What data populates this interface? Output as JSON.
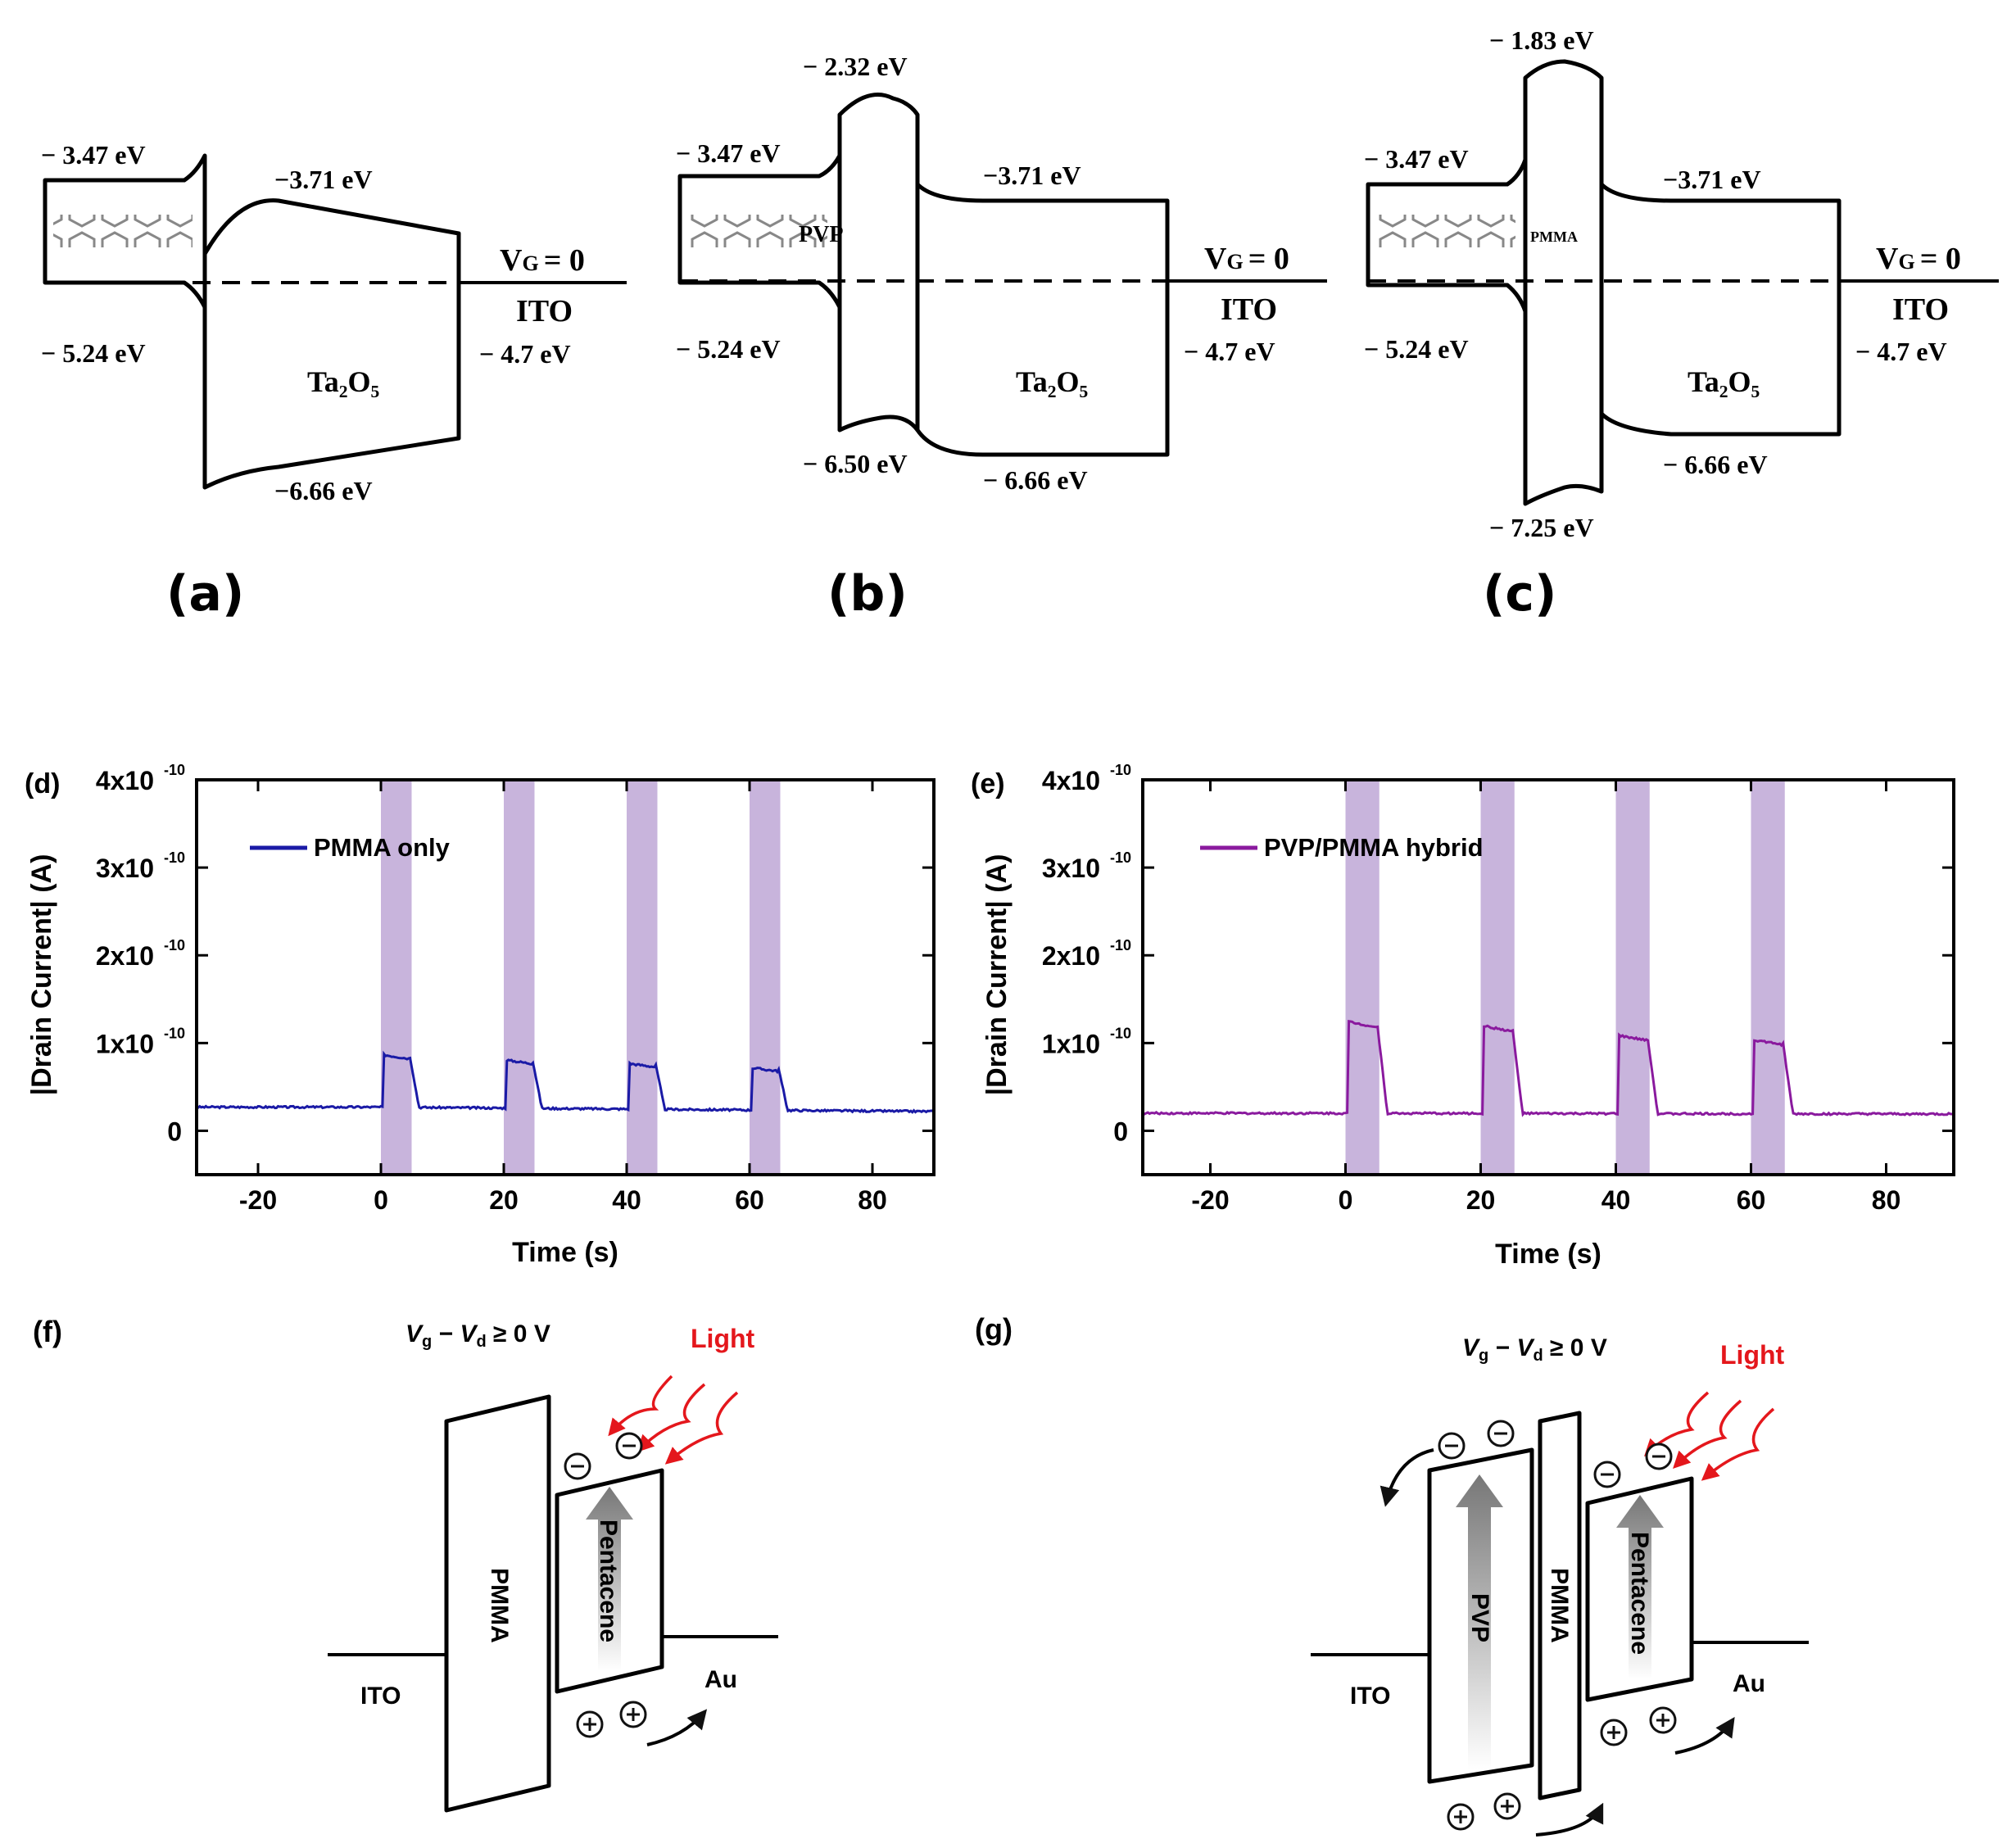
{
  "band_diagrams": [
    {
      "panel": "(a)",
      "levels": {
        "pentacene_lumo": "− 3.47 eV",
        "pentacene_homo": "− 5.24 eV",
        "ta2o5_cb": "−3.71 eV",
        "ta2o5_vb": "−6.66 eV",
        "ito": "− 4.7 eV"
      },
      "ta2o5": "Ta₂O₅",
      "vg": "V",
      "vg_sub": "G",
      "vg_eq": "= 0",
      "ito": "ITO"
    },
    {
      "panel": "(b)",
      "levels": {
        "pentacene_lumo": "− 3.47 eV",
        "pentacene_homo": "− 5.24 eV",
        "insulator_top": "− 2.32 eV",
        "insulator_bottom": "− 6.50 eV",
        "ta2o5_cb": "−3.71 eV",
        "ta2o5_vb": "− 6.66 eV",
        "ito": "− 4.7 eV"
      },
      "insulator": "PVP",
      "ta2o5": "Ta₂O₅",
      "vg": "V",
      "vg_sub": "G",
      "vg_eq": "= 0",
      "ito": "ITO"
    },
    {
      "panel": "(c)",
      "levels": {
        "pentacene_lumo": "− 3.47 eV",
        "pentacene_homo": "− 5.24 eV",
        "insulator_top": "− 1.83 eV",
        "insulator_bottom": "− 7.25 eV",
        "ta2o5_cb": "−3.71 eV",
        "ta2o5_vb": "− 6.66 eV",
        "ito": "− 4.7 eV"
      },
      "insulator": "PMMA",
      "ta2o5": "Ta₂O₅",
      "vg": "V",
      "vg_sub": "G",
      "vg_eq": "= 0",
      "ito": "ITO"
    }
  ],
  "chart_data": [
    {
      "panel": "(d)",
      "type": "line",
      "legend": "PMMA only",
      "color": "#1a1aa6",
      "xlabel": "Time (s)",
      "ylabel": "|Drain Current| (A)",
      "xlim": [
        -30,
        90
      ],
      "ylim": [
        -5e-11,
        4e-10
      ],
      "xticks": [
        -20,
        0,
        20,
        40,
        60,
        80
      ],
      "yticks": [
        0,
        1e-10,
        2e-10,
        3e-10,
        4e-10
      ],
      "ytick_labels": [
        "0",
        "1x10",
        "2x10",
        "3x10",
        "4x10"
      ],
      "ytick_exp": "-10",
      "highlight_color": "#c8b4dc",
      "light_on_intervals": [
        [
          0,
          5
        ],
        [
          20,
          25
        ],
        [
          40,
          45
        ],
        [
          60,
          65
        ]
      ],
      "baseline": [
        [
          -30,
          2.7e-11
        ],
        [
          0,
          2.7e-11
        ],
        [
          90,
          2.2e-11
        ]
      ],
      "pulse_levels": [
        8.7e-11,
        8.1e-11,
        7.7e-11,
        7.2e-11
      ]
    },
    {
      "panel": "(e)",
      "type": "line",
      "legend": "PVP/PMMA hybrid",
      "color": "#8a1a9e",
      "xlabel": "Time (s)",
      "ylabel": "|Drain Current| (A)",
      "xlim": [
        -30,
        90
      ],
      "ylim": [
        -5e-11,
        4e-10
      ],
      "xticks": [
        -20,
        0,
        20,
        40,
        60,
        80
      ],
      "yticks": [
        0,
        1e-10,
        2e-10,
        3e-10,
        4e-10
      ],
      "ytick_labels": [
        "0",
        "1x10",
        "2x10",
        "3x10",
        "4x10"
      ],
      "ytick_exp": "-10",
      "highlight_color": "#c8b4dc",
      "light_on_intervals": [
        [
          0,
          5
        ],
        [
          20,
          25
        ],
        [
          40,
          45
        ],
        [
          60,
          65
        ]
      ],
      "baseline": [
        [
          -30,
          2e-11
        ],
        [
          0,
          2e-11
        ],
        [
          90,
          1.9e-11
        ]
      ],
      "pulse_levels": [
        1.25e-10,
        1.2e-10,
        1.09e-10,
        1.04e-10
      ]
    }
  ],
  "mechanism": [
    {
      "panel": "(f)",
      "condition_v1": "V",
      "condition_s1": "g",
      "condition_minus": " − ",
      "condition_v2": "V",
      "condition_s2": "d",
      "condition_rest": " ≥ 0 V",
      "light": "Light",
      "layers": [
        "PMMA",
        "Pentacene"
      ],
      "left_electrode": "ITO",
      "right_electrode": "Au"
    },
    {
      "panel": "(g)",
      "condition_v1": "V",
      "condition_s1": "g",
      "condition_minus": " − ",
      "condition_v2": "V",
      "condition_s2": "d",
      "condition_rest": " ≥ 0 V",
      "light": "Light",
      "layers": [
        "PVP",
        "PMMA",
        "Pentacene"
      ],
      "left_electrode": "ITO",
      "right_electrode": "Au"
    }
  ]
}
